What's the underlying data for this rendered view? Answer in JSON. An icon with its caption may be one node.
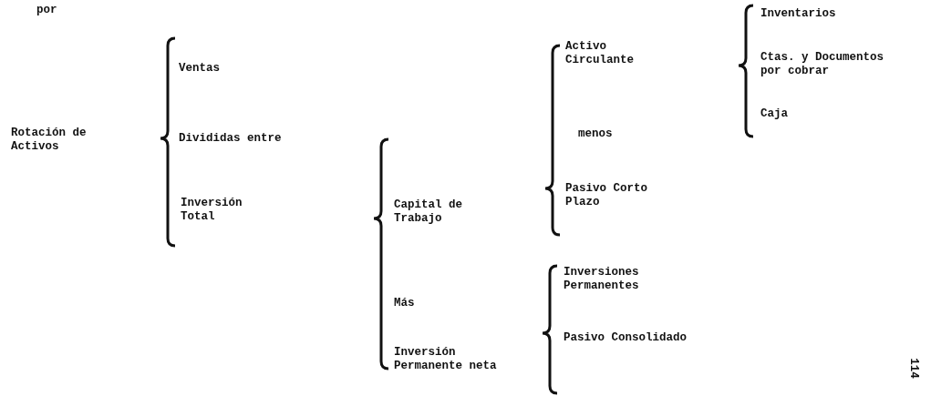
{
  "diagram": {
    "labels": [
      "por",
      "Rotación de Activos",
      "Ventas",
      "Divididas entre",
      "Inversión Total",
      "Capital de Trabajo",
      "Más",
      "Inversión Permanente neta",
      "Activo Circulante",
      "menos",
      "Pasivo Corto Plazo",
      "Inventarios",
      "Ctas. y Documentos por cobrar",
      "Caja",
      "Inversiones Permanentes",
      "Pasivo Consolidado",
      "114"
    ]
  }
}
